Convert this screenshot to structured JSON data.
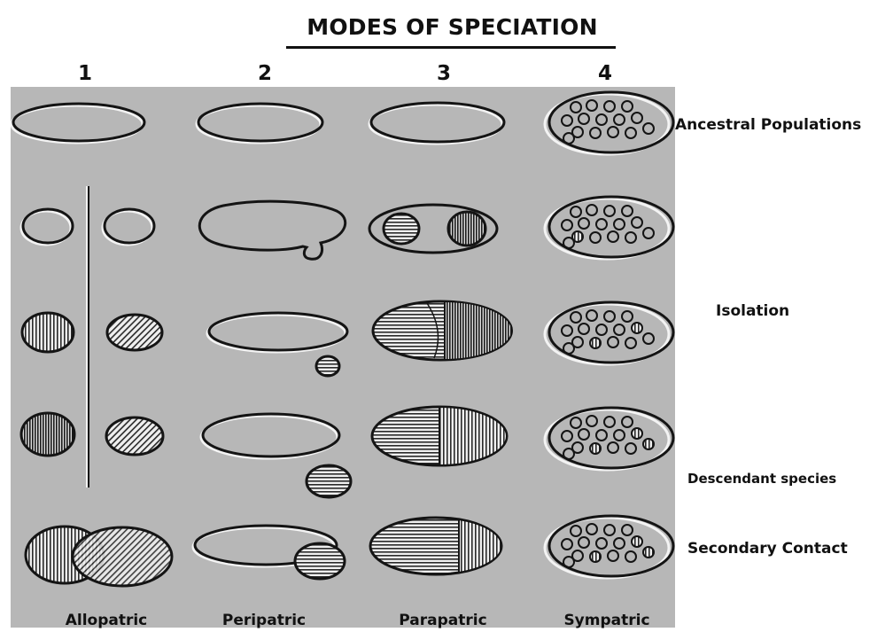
{
  "title": "MODES OF SPECIATION",
  "columns": [
    {
      "number": "1",
      "name": "Allopatric"
    },
    {
      "number": "2",
      "name": "Peripatric"
    },
    {
      "number": "3",
      "name": "Parapatric"
    },
    {
      "number": "4",
      "name": "Sympatric"
    }
  ],
  "row_labels": {
    "ancestral": "Ancestral Populations",
    "isolation": "Isolation",
    "descendant": "Descendant species",
    "secondary": "Secondary Contact"
  },
  "colors": {
    "panel_background": "#b7b7b7",
    "outline": "#141414",
    "highlight": "#f4f4f4",
    "text": "#111111"
  }
}
